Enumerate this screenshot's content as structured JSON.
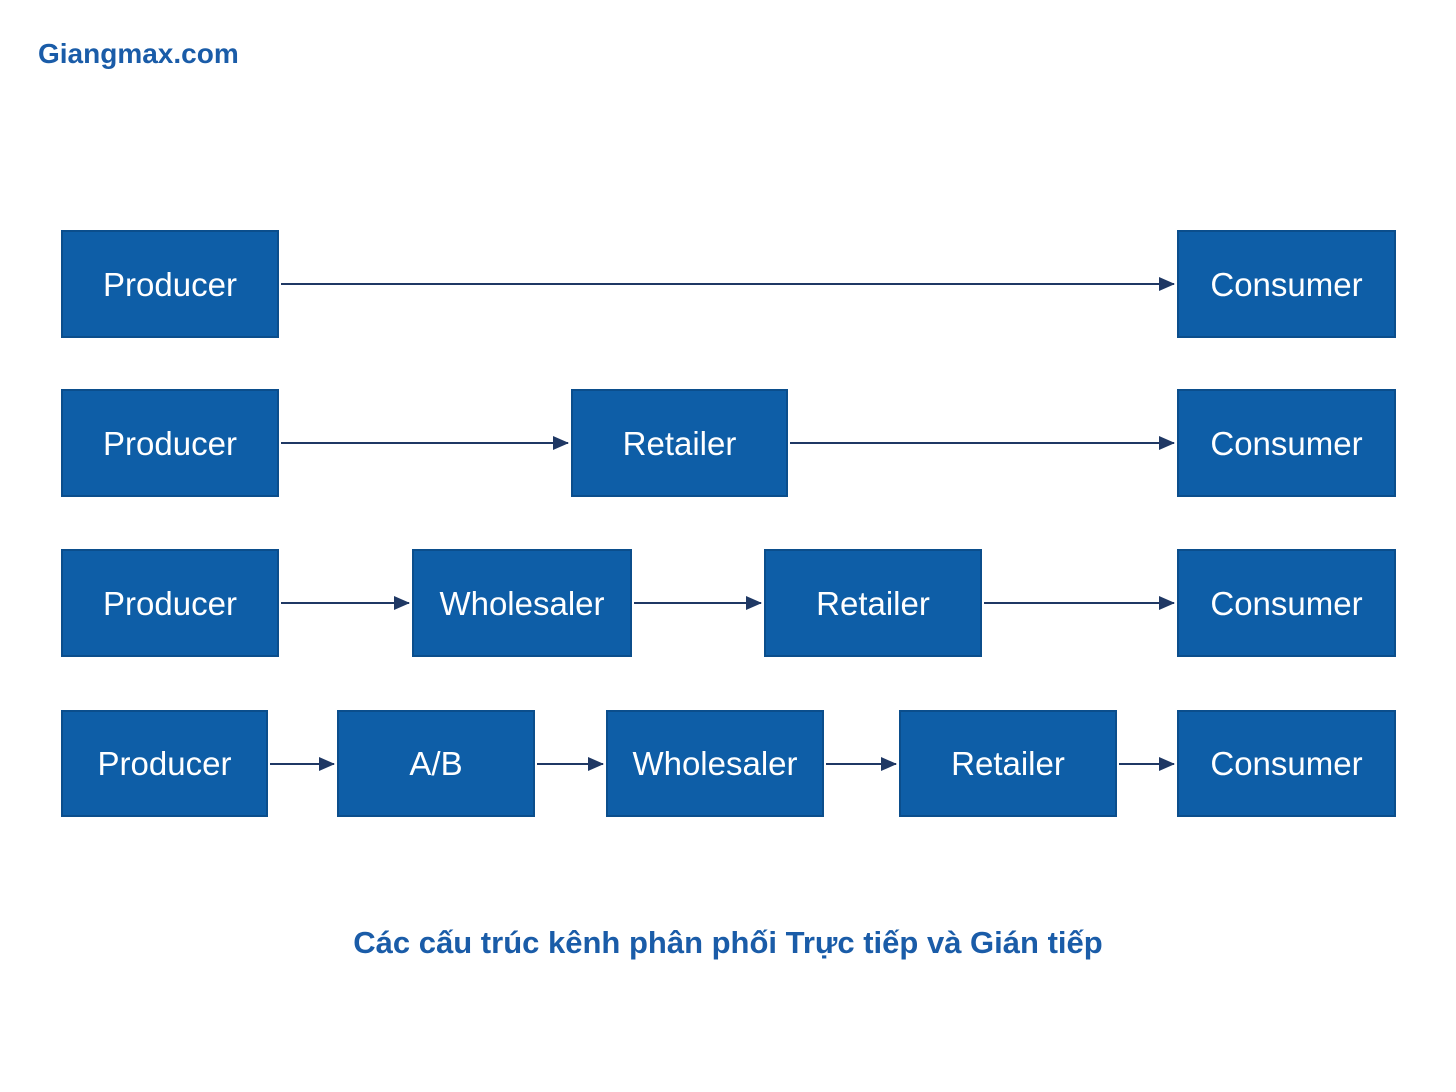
{
  "header": {
    "brand": "Giangmax.com"
  },
  "caption": {
    "text": "Các cấu trúc kênh phân phối Trực tiếp và Gián tiếp"
  },
  "colors": {
    "background": "#FFFFFF",
    "box_fill": "#0E5EA7",
    "box_border": "#0B4E8C",
    "box_text": "#FFFFFF",
    "arrow": "#1F3864",
    "accent_text": "#1A5CA8"
  },
  "diagram": {
    "rows": [
      {
        "id": "channel-direct",
        "nodes": [
          "Producer",
          "Consumer"
        ]
      },
      {
        "id": "channel-one-level",
        "nodes": [
          "Producer",
          "Retailer",
          "Consumer"
        ]
      },
      {
        "id": "channel-two-level",
        "nodes": [
          "Producer",
          "Wholesaler",
          "Retailer",
          "Consumer"
        ]
      },
      {
        "id": "channel-three-level",
        "nodes": [
          "Producer",
          "A/B",
          "Wholesaler",
          "Retailer",
          "Consumer"
        ]
      }
    ]
  }
}
